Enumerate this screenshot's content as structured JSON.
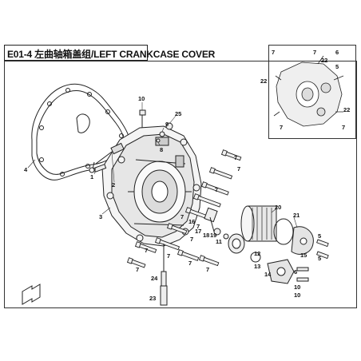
{
  "title": "E01-4 左曲轴箱盖组/LEFT CRANKCASE COVER",
  "callouts": [
    {
      "id": "c4",
      "text": "4"
    },
    {
      "id": "c3",
      "text": "3"
    },
    {
      "id": "c10",
      "text": "10"
    },
    {
      "id": "c25",
      "text": "25"
    },
    {
      "id": "c9",
      "text": "9"
    },
    {
      "id": "c8",
      "text": "8"
    },
    {
      "id": "c2",
      "text": "2"
    },
    {
      "id": "c1",
      "text": "1"
    },
    {
      "id": "c7a",
      "text": "7"
    },
    {
      "id": "c7b",
      "text": "7"
    },
    {
      "id": "c7c",
      "text": "7"
    },
    {
      "id": "c7d",
      "text": "7"
    },
    {
      "id": "c7e",
      "text": "7"
    },
    {
      "id": "c7f",
      "text": "7"
    },
    {
      "id": "c7g",
      "text": "7"
    },
    {
      "id": "c7h",
      "text": "7"
    },
    {
      "id": "c7i",
      "text": "7"
    },
    {
      "id": "c7j",
      "text": "7"
    },
    {
      "id": "c7k",
      "text": "7"
    },
    {
      "id": "c20",
      "text": "20"
    },
    {
      "id": "c21",
      "text": "21"
    },
    {
      "id": "c16",
      "text": "16"
    },
    {
      "id": "c17",
      "text": "17"
    },
    {
      "id": "c18",
      "text": "18"
    },
    {
      "id": "c19",
      "text": "19"
    },
    {
      "id": "c11",
      "text": "11"
    },
    {
      "id": "c12",
      "text": "12"
    },
    {
      "id": "c13",
      "text": "13"
    },
    {
      "id": "c14",
      "text": "14"
    },
    {
      "id": "c15",
      "text": "15"
    },
    {
      "id": "c5a",
      "text": "5"
    },
    {
      "id": "c5b",
      "text": "5"
    },
    {
      "id": "c6",
      "text": "6"
    },
    {
      "id": "c10b",
      "text": "10"
    },
    {
      "id": "c10c",
      "text": "10"
    },
    {
      "id": "c24",
      "text": "24"
    },
    {
      "id": "c23",
      "text": "23"
    }
  ],
  "inset_callouts": [
    {
      "id": "i7a",
      "text": "7"
    },
    {
      "id": "i7b",
      "text": "7"
    },
    {
      "id": "i22a",
      "text": "22"
    },
    {
      "id": "i6",
      "text": "6"
    },
    {
      "id": "i5",
      "text": "5"
    },
    {
      "id": "i22b",
      "text": "22"
    },
    {
      "id": "i22c",
      "text": "22"
    },
    {
      "id": "i7c",
      "text": "7"
    },
    {
      "id": "i7d",
      "text": "7"
    }
  ]
}
